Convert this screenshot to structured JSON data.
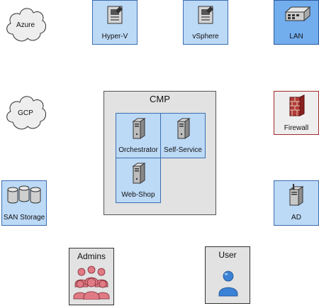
{
  "clouds": {
    "azure": {
      "label": "Azure"
    },
    "gcp": {
      "label": "GCP"
    }
  },
  "nodes": {
    "hyperv": {
      "label": "Hyper-V"
    },
    "vsphere": {
      "label": "vSphere"
    },
    "lan": {
      "label": "LAN"
    },
    "firewall": {
      "label": "Firewall"
    },
    "san": {
      "label": "SAN Storage"
    },
    "ad": {
      "label": "AD"
    }
  },
  "cmp": {
    "title": "CMP",
    "orchestrator": {
      "label": "Orchestrator"
    },
    "selfservice": {
      "label": "Self-Service"
    },
    "webshop": {
      "label": "Web-Shop"
    }
  },
  "admins": {
    "title": "Admins"
  },
  "user": {
    "title": "User"
  },
  "colors": {
    "node_fill": "#bcd9f6",
    "node_border": "#3d6fb0",
    "lan_fill": "#72adee",
    "group_fill": "#e2e2e2",
    "firewall_border": "#a52a2a",
    "admins_color": "#e07a84",
    "user_color": "#3b82d6"
  }
}
